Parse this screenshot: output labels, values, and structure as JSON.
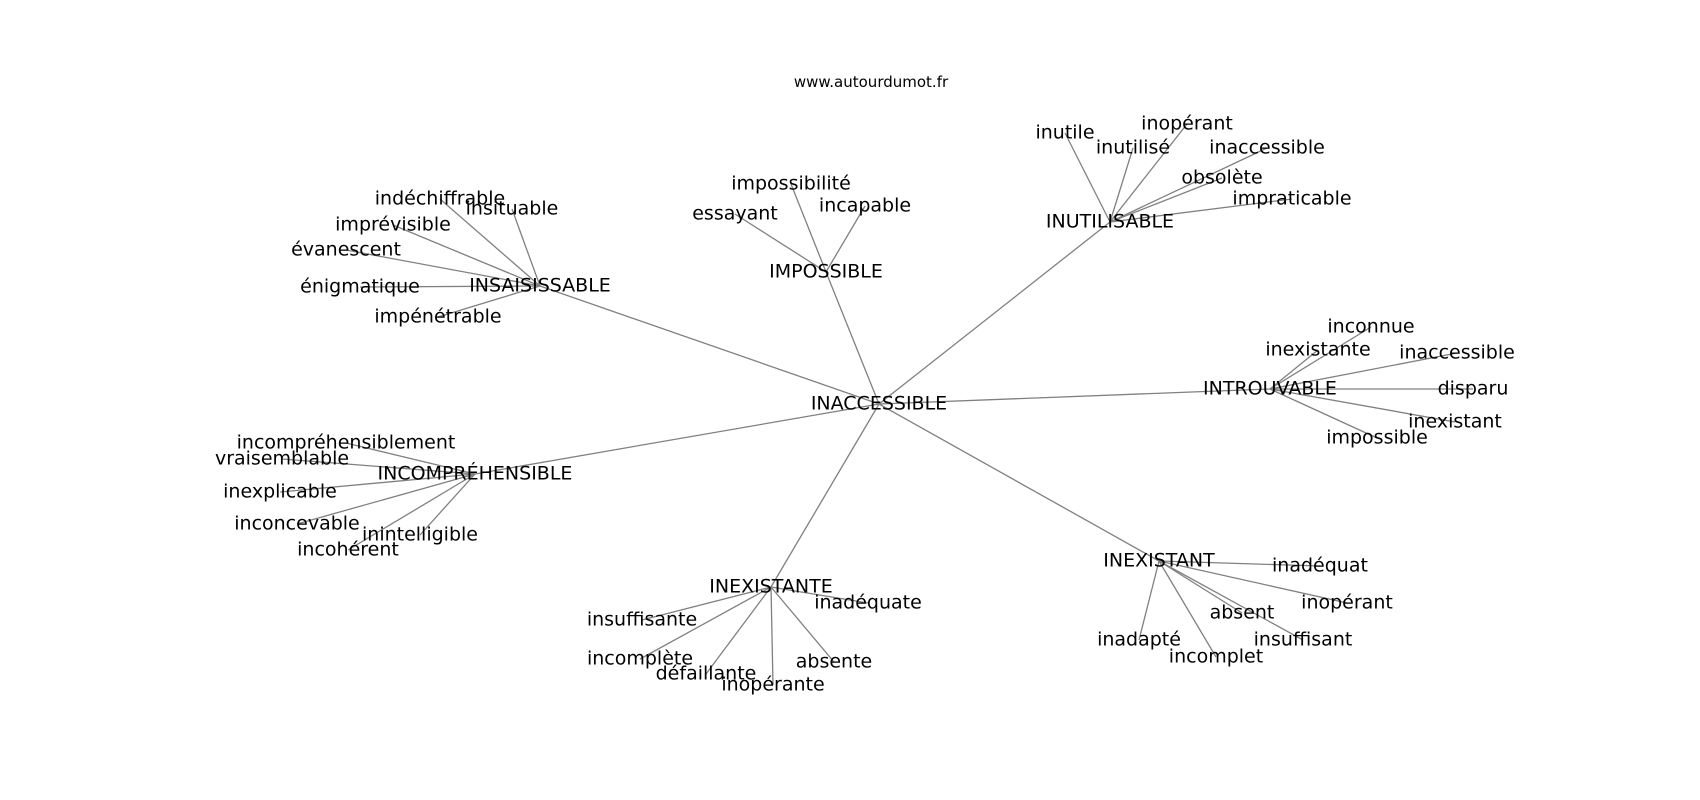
{
  "watermark": "www.autourdumot.fr",
  "colors": {
    "edge": "#808080",
    "text": "#000000",
    "background": "#ffffff"
  },
  "graph": {
    "center": "INACCESSIBLE",
    "hubs": [
      {
        "label": "INUTILISABLE",
        "leaves": [
          "inutile",
          "inutilisé",
          "inopérant",
          "inaccessible",
          "obsolète",
          "impraticable"
        ]
      },
      {
        "label": "IMPOSSIBLE",
        "leaves": [
          "impossibilité",
          "essayant",
          "incapable"
        ]
      },
      {
        "label": "INSAISISSABLE",
        "leaves": [
          "indéchiffrable",
          "insituable",
          "imprévisible",
          "évanescent",
          "énigmatique",
          "impénétrable"
        ]
      },
      {
        "label": "INTROUVABLE",
        "leaves": [
          "inconnue",
          "inexistante",
          "inaccessible",
          "disparu",
          "inexistant",
          "impossible"
        ]
      },
      {
        "label": "INCOMPRÉHENSIBLE",
        "leaves": [
          "incompréhensiblement",
          "vraisemblable",
          "inexplicable",
          "inconcevable",
          "inintelligible",
          "incohérent"
        ]
      },
      {
        "label": "INEXISTANTE",
        "leaves": [
          "insuffisante",
          "inadéquate",
          "incomplète",
          "absente",
          "défaillante",
          "inopérante"
        ]
      },
      {
        "label": "INEXISTANT",
        "leaves": [
          "inadéquat",
          "inopérant",
          "absent",
          "insuffisant",
          "inadapté",
          "incomplet"
        ]
      }
    ]
  }
}
